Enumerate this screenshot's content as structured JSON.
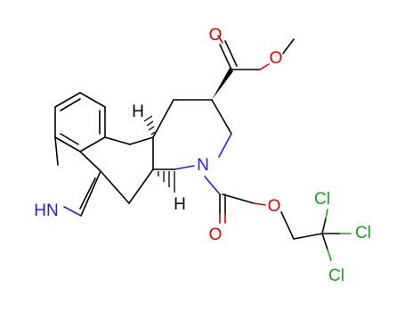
{
  "atoms": {
    "o1": "O",
    "o2": "O",
    "o3": "O",
    "o4": "O",
    "n1": "N",
    "nh": "HN",
    "cl1": "Cl",
    "cl2": "Cl",
    "cl3": "Cl",
    "h1": "H",
    "h2": "H"
  },
  "colors": {
    "bond": "#000000",
    "oxygen": "#d40000",
    "nitrogen": "#2020e0",
    "chlorine": "#1aa01a",
    "hydrogen": "#000000"
  }
}
